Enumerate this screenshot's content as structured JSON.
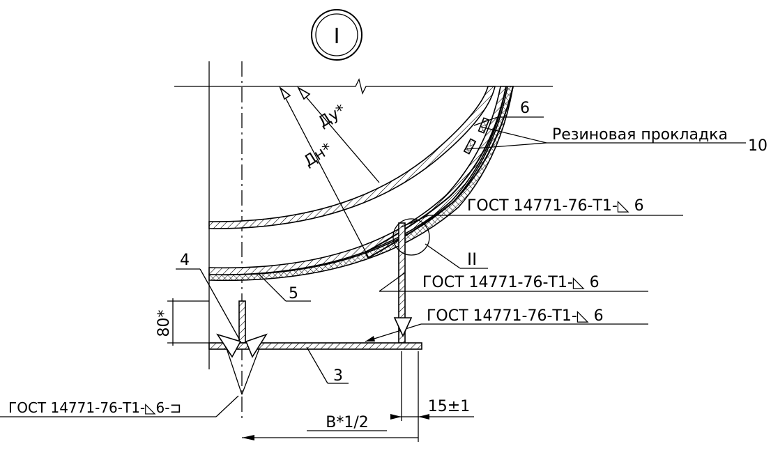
{
  "callout": {
    "view_label": "I"
  },
  "detail_label": "II",
  "dimensions": {
    "inner_diameter": "Ду*",
    "outer_diameter": "Дн*",
    "height": "80*",
    "width_half": "B*1/2",
    "gap": "15±1"
  },
  "positions": {
    "p3": "3",
    "p4": "4",
    "p5": "5",
    "p6": "6",
    "p10": "10"
  },
  "notes": {
    "rubber_gasket": "Резиновая прокладка",
    "weld_top": "ГОСТ 14771-76-Т1-◺ 6",
    "weld_mid": "ГОСТ 14771-76-Т1-◺ 6",
    "weld_low": "ГОСТ 14771-76-Т1-◺ 6",
    "weld_bottom": "ГОСТ 14771-76-Т1-◺6-⊐"
  },
  "colors": {
    "ink": "#000000",
    "paper": "#ffffff"
  }
}
